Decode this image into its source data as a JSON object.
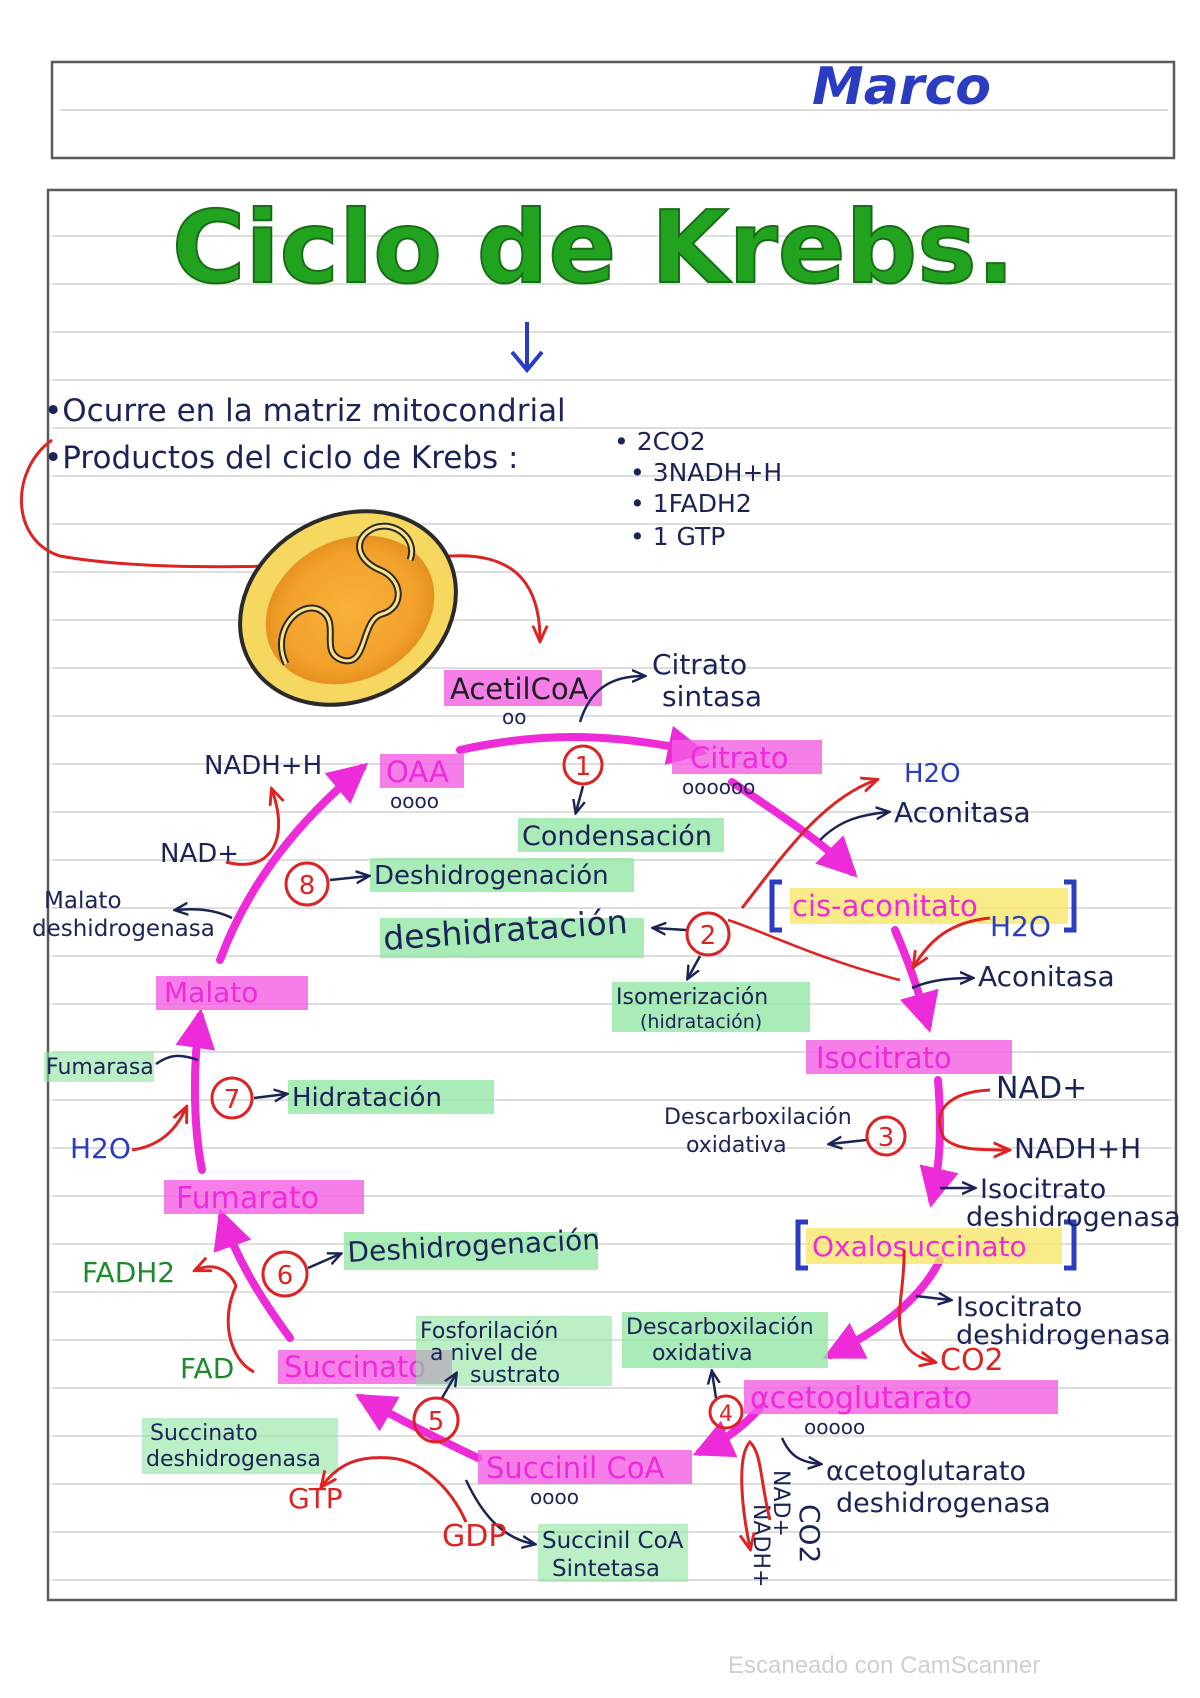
{
  "author": "Marco",
  "title": "Ciclo de Krebs.",
  "notes": {
    "location": "•Ocurre en la matriz mitocondrial",
    "products_label": "•Productos del ciclo de Krebs :",
    "products": [
      "• 2CO2",
      "• 3NADH+H",
      "• 1FADH2",
      "• 1 GTP"
    ]
  },
  "colors": {
    "title_green": "#22a31f",
    "cycle_magenta": "#ee2bd8",
    "highlight_magenta": "#f25ee3",
    "highlight_green": "#8ee6a0",
    "highlight_yellow": "#f6e66a",
    "ink_red": "#dd2424",
    "ink_navy": "#1c2356",
    "ink_blue": "#2a3cc0",
    "ink_green": "#1d8a2d"
  },
  "cycle": {
    "metabolites": {
      "acetil_coa": "AcetilCoA",
      "acetil_coa_carbons": "oo",
      "citrato": "Citrato",
      "citrato_carbons": "oooooo",
      "cis_aconitato": "cis-aconitato",
      "isocitrato": "Isocitrato",
      "oxalosuccinato": "Oxalosuccinato",
      "alfa_cetoglutarato": "αcetoglutarato",
      "alfa_cetoglutarato_carbons": "ooooo",
      "succinil_coa": "Succinil CoA",
      "succinil_coa_carbons": "oooo",
      "succinato": "Succinato",
      "fumarato": "Fumarato",
      "malato": "Malato",
      "oaa": "OAA",
      "oaa_carbons": "oooo"
    },
    "steps": [
      {
        "number": "1",
        "process": "Condensación"
      },
      {
        "number": "2",
        "process": "deshidratación",
        "secondary": "Isomerización",
        "secondary_note": "(hidratación)"
      },
      {
        "number": "3",
        "process": "Descarboxilación oxidativa"
      },
      {
        "number": "4",
        "process": "Descarboxilación oxidativa"
      },
      {
        "number": "5",
        "process": "Fosforilación a nivel de sustrato"
      },
      {
        "number": "6",
        "process": "Deshidrogenación"
      },
      {
        "number": "7",
        "process": "Hidratación"
      },
      {
        "number": "8",
        "process": "Deshidrogenación"
      }
    ],
    "enzymes": {
      "citrato_sintasa": "Citrato sintasa",
      "aconitasa_1": "Aconitasa",
      "aconitasa_2": "Aconitasa",
      "isocitrato_dh_1": "Isocitrato deshidrogenasa",
      "isocitrato_dh_2": "Isocitrato deshidrogenasa",
      "akg_dh": "αcetoglutarato deshidrogenasa",
      "succinil_coa_sintetasa": "Succinil CoA Sintetasa",
      "succinato_dh": "Succinato deshidrogenasa",
      "fumarasa": "Fumarasa",
      "malato_dh": "Malato deshidrogenasa"
    },
    "cofactors": {
      "h2o_1": "H2O",
      "h2o_2": "H2O",
      "h2o_fumarato": "H2O",
      "nad_3": "NAD+",
      "nadh_3": "NADH+H",
      "co2_3": "CO2",
      "nad_4": "NAD+",
      "nadh_4": "NADH+",
      "co2_4": "CO2",
      "gdp": "GDP",
      "gtp": "GTP",
      "fad": "FAD",
      "fadh2": "FADH2",
      "nad_8": "NAD+",
      "nadh_8": "NADH+H"
    }
  },
  "watermark": "Escaneado con CamScanner"
}
